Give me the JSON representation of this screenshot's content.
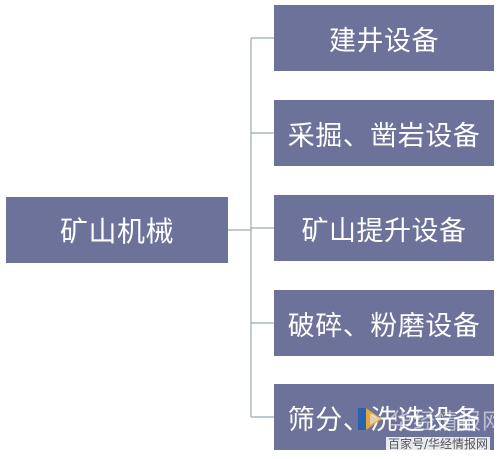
{
  "root": {
    "label": "矿山机械"
  },
  "children": [
    {
      "label": "建井设备"
    },
    {
      "label": "采掘、凿岩设备"
    },
    {
      "label": "矿山提升设备"
    },
    {
      "label": "破碎、粉磨设备"
    },
    {
      "label": "筛分、洗选设备"
    }
  ],
  "watermark": {
    "brand": "华经情报网",
    "source": "百家号/华经情报网"
  },
  "colors": {
    "box_fill": "#6c7299",
    "box_text": "#ffffff",
    "connector": "#9aa8b8",
    "watermark_logo": "#1e5fb4"
  }
}
